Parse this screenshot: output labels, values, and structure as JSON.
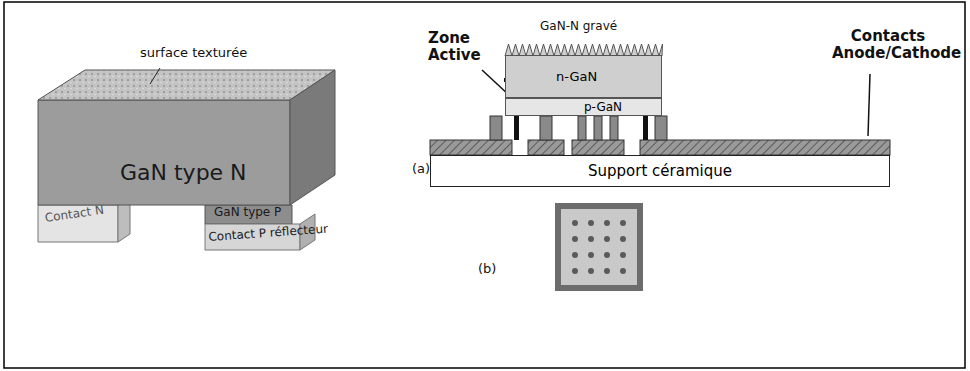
{
  "diagram": {
    "nodes": [
      {
        "text": [
          "n-GaN"
        ]
      },
      {
        "text": [
          "p-GaN"
        ]
      },
      {
        "text": [
          "Support céramique"
        ]
      }
    ],
    "labels": [
      "surface texturée",
      "GaN type N",
      "Contact N",
      "GaN type P",
      "Contact P réflecteur",
      "GaN-N gravé",
      "Zone Active",
      "Contacts Anode/Cathode",
      "(a)",
      "(b)"
    ]
  }
}
